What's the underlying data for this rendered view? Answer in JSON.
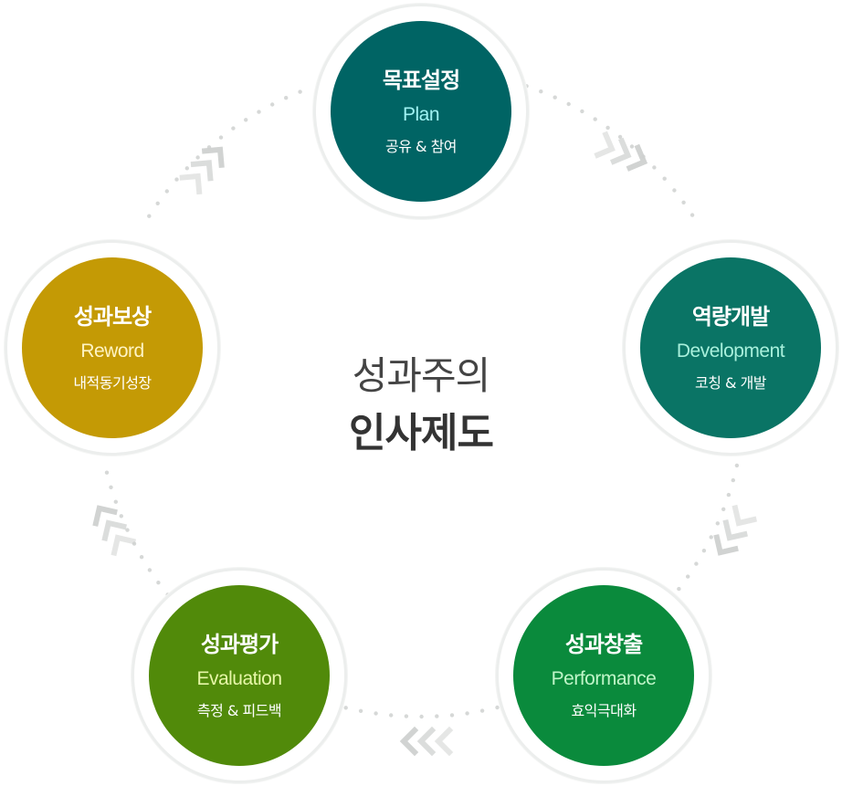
{
  "center": {
    "line1": "성과주의",
    "line2": "인사제도"
  },
  "nodes": {
    "plan": {
      "title": "목표설정",
      "en": "Plan",
      "sub": "공유 & 참여",
      "color": "#006464",
      "en_color": "#9ff2f2"
    },
    "development": {
      "title": "역량개발",
      "en": "Development",
      "sub": "코칭 & 개발",
      "color": "#0a7465",
      "en_color": "#a8f0dc"
    },
    "performance": {
      "title": "성과창출",
      "en": "Performance",
      "sub": "효익극대화",
      "color": "#0a8a3c",
      "en_color": "#bff5c8"
    },
    "evaluation": {
      "title": "성과평가",
      "en": "Evaluation",
      "sub": "측정 & 피드백",
      "color": "#518a0a",
      "en_color": "#e7f7a8"
    },
    "reward": {
      "title": "성과보상",
      "en": "Reword",
      "sub": "내적동기성장",
      "color": "#c49a05",
      "en_color": "#fff4c4"
    }
  },
  "colors": {
    "dots": "#d6d8d7",
    "arrows": "#cfd1d0"
  }
}
